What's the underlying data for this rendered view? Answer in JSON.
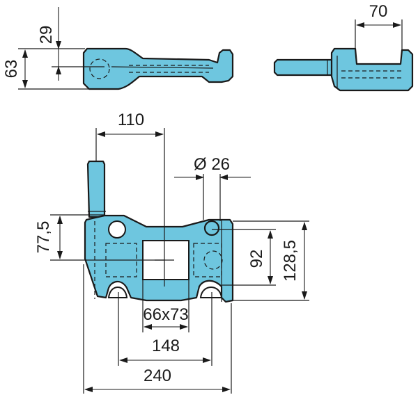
{
  "colors": {
    "part_fill": "#6ec6df",
    "outline": "#1a1a1a",
    "background": "#ffffff"
  },
  "dimensions": {
    "height_29": "29",
    "height_63": "63",
    "width_70": "70",
    "offset_110": "110",
    "hole_diameter": "Ø 26",
    "height_77_5": "77,5",
    "hole_spacing_92": "92",
    "height_128_5": "128,5",
    "window_size": "66x73",
    "width_148": "148",
    "width_240": "240"
  }
}
